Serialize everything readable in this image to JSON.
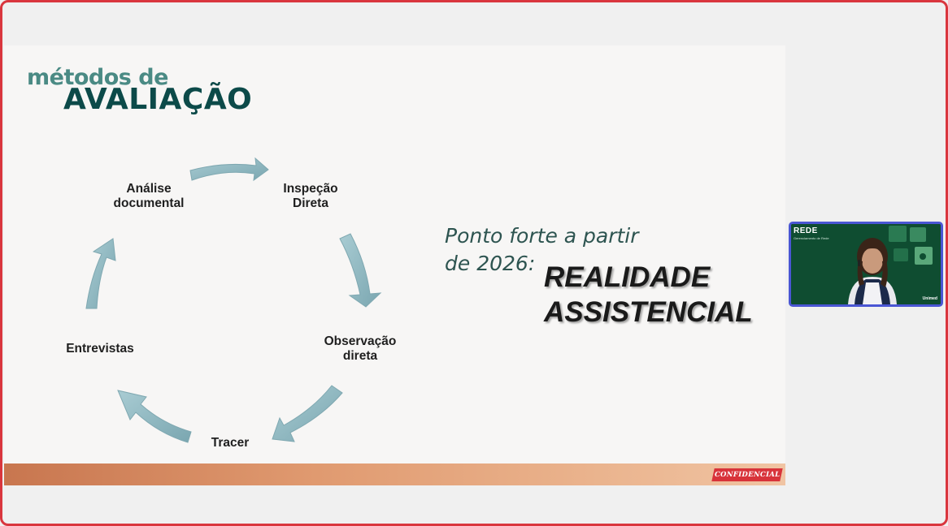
{
  "slide": {
    "title_line1": "métodos de",
    "title_line2": "AVALIAÇÃO",
    "cycle": {
      "nodes": {
        "analise_line1": "Análise",
        "analise_line2": "documental",
        "inspecao_line1": "Inspeção",
        "inspecao_line2": "Direta",
        "observacao_line1": "Observação",
        "observacao_line2": "direta",
        "tracer": "Tracer",
        "entrevistas": "Entrevistas"
      },
      "arrow_color": "#8fb6bf"
    },
    "highlight": {
      "intro_line1": "Ponto forte a partir",
      "intro_line2": "de 2026:",
      "emphasis_line1": "REALIDADE",
      "emphasis_line2": "ASSISTENCIAL"
    },
    "footer": {
      "badge": "CONFIDENCIAL"
    }
  },
  "video_tile": {
    "label": "REDE",
    "sublabel": "Gerenciamento de Rede",
    "brand": "Unimed"
  },
  "colors": {
    "frame_border": "#d9363e",
    "title_light": "#4a8a84",
    "title_dark": "#0c4a49",
    "video_border": "#4a56d4"
  }
}
